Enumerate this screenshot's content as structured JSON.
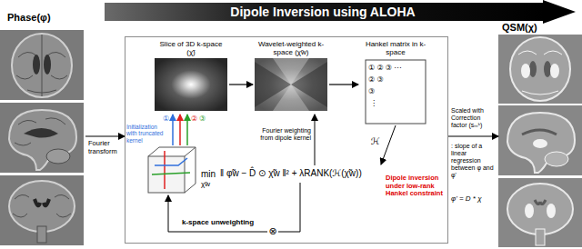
{
  "diagram": {
    "title": "Dipole Inversion using ALOHA",
    "nodes": [
      {
        "text": [
          "Phase(φ)"
        ]
      },
      {
        "text": [
          "min",
          "χ̃w",
          "‖ φ̃w − D̂ ⊙ χ̃w ‖² + λRANK(ℋ(χ̃w))",
          "Fourier weighting from dipole kernel",
          "ℋ",
          "Dipole inversion under low-rank Hankel constraint",
          "k-space unweighting",
          "⊗",
          "①",
          "Initialization with truncated kernel",
          "②",
          "③"
        ]
      },
      {
        "text": [
          "Slice of 3D k-space (χ̃)"
        ],
        "in": 1
      },
      {
        "text": [
          "Wavelet-weighted k-space (χ̃w)"
        ],
        "in": 1
      },
      {
        "text": [
          "Hankel matrix in k-space",
          "① ② ③ ⋯",
          "② ③",
          "③",
          "⋮"
        ],
        "in": 1
      },
      {
        "text": [
          "QSM(χ)"
        ]
      }
    ],
    "edges": [
      {
        "from": 0,
        "to": 1,
        "arrow": "to",
        "label": "Fourier transform"
      },
      {
        "from": 2,
        "to": 3,
        "arrow": "to"
      },
      {
        "from": 3,
        "to": 4,
        "arrow": "to"
      },
      {
        "from": 1,
        "to": 5,
        "arrow": "to",
        "label": "Scaled with Correction factor (sₘᵏ)"
      }
    ],
    "labels": [
      ": slope of a linear regression between φ and φ'",
      "φ' = D * χ"
    ]
  }
}
